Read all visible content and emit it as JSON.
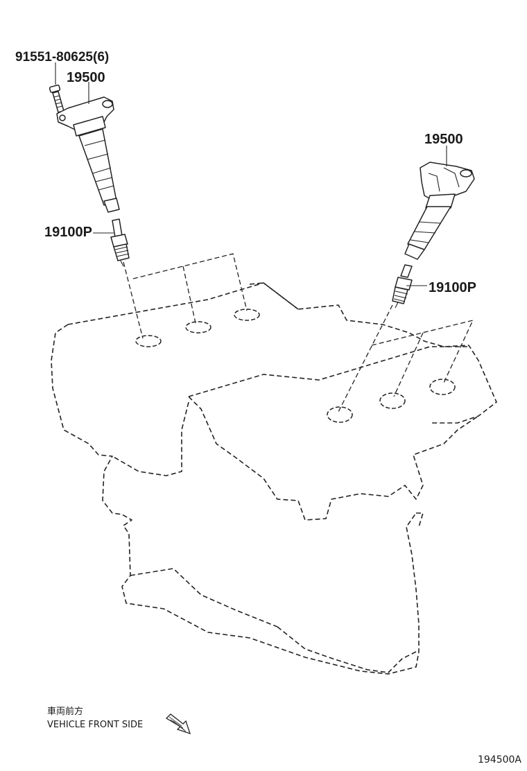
{
  "labels": {
    "bolt_part_no": "91551-80625(6)",
    "coil_left_part_no": "19500",
    "coil_right_part_no": "19500",
    "plug_left_part_no": "19100P",
    "plug_right_part_no": "19100P"
  },
  "orientation": {
    "jp": "車両前方",
    "en": "VEHICLE FRONT SIDE",
    "arrow_icon": "direction-arrow-icon"
  },
  "figure_id": "194500A"
}
